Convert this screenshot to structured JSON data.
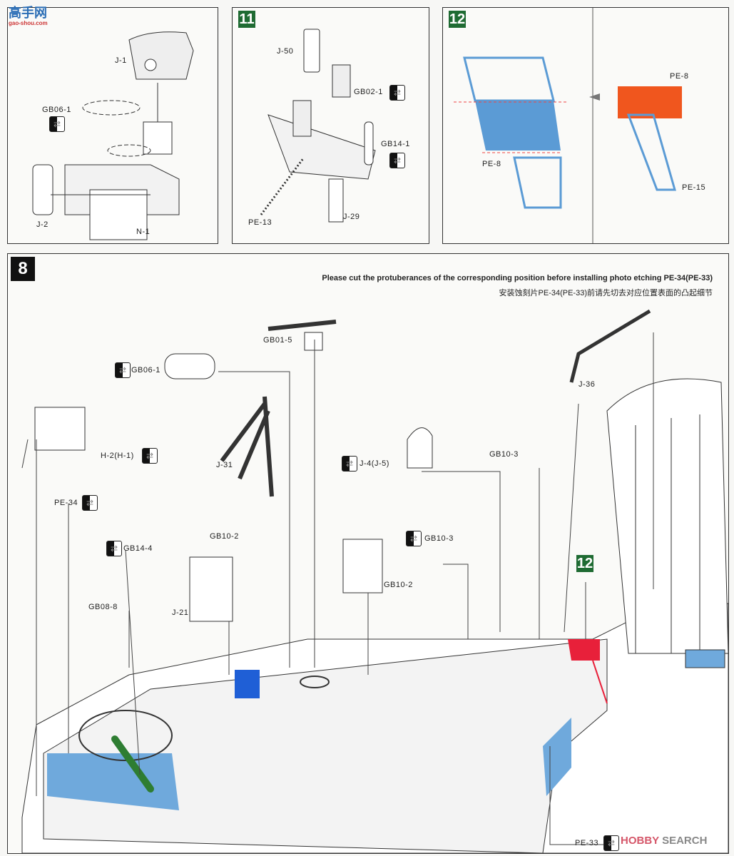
{
  "watermark": {
    "text": "高手网",
    "url_text": "gao-shou.com"
  },
  "hobby_search": {
    "brand": "HOBBY",
    "suffix": "SEARCH"
  },
  "panel_a": {
    "labels": [
      "J-1",
      "GB06-1",
      "J-2",
      "N-1"
    ]
  },
  "panel_11": {
    "step": "11",
    "labels": [
      "J-50",
      "GB02-1",
      "GB14-1",
      "PE-13",
      "J-29"
    ]
  },
  "panel_12": {
    "step": "12",
    "labels": [
      "PE-8",
      "PE-8",
      "PE-15"
    ],
    "colors": {
      "blue": "#5b9bd5",
      "orange": "#f0561e"
    }
  },
  "panel_8": {
    "step": "8",
    "sub_step": "12",
    "note_en": "Please cut the protuberances of the corresponding position before installing photo etching PE-34(PE-33)",
    "note_cn": "安装蚀刻片PE-34(PE-33)前请先切去对应位置表面的凸起细节",
    "labels": {
      "gb01_5": "GB01-5",
      "gb06_1": "GB06-1",
      "j36": "J-36",
      "h2": "H-2(H-1)",
      "j31": "J-31",
      "j4": "J-4(J-5)",
      "gb10_3a": "GB10-3",
      "pe34": "PE-34",
      "gb10_2a": "GB10-2",
      "gb10_3b": "GB10-3",
      "gb14_4": "GB14-4",
      "gb10_2b": "GB10-2",
      "j21": "J-21",
      "gb08_8": "GB08-8",
      "pe33": "PE-33"
    },
    "colors": {
      "blue_part": "#1f5fd6",
      "red_part": "#e8203a",
      "green_part": "#2e7d32",
      "pe_plate": "#6fa9dc"
    }
  }
}
